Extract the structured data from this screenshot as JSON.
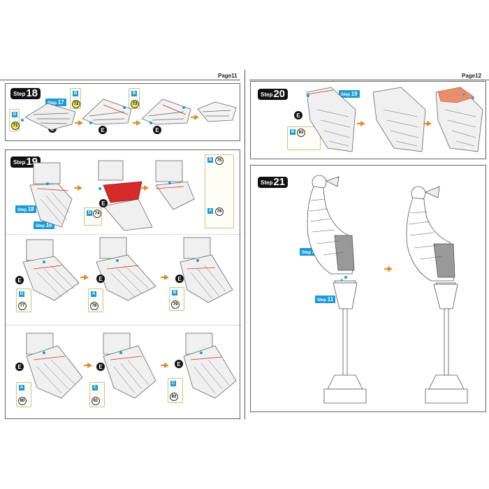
{
  "pages": {
    "left": "Page11",
    "right": "Page12"
  },
  "step_word": "Step",
  "main_steps": [
    {
      "id": "s18",
      "number": "18"
    },
    {
      "id": "s19",
      "number": "19"
    },
    {
      "id": "s20",
      "number": "20"
    },
    {
      "id": "s21",
      "number": "21"
    }
  ],
  "refs": {
    "r17": "17",
    "r18": "18",
    "r16": "16",
    "r19": "19",
    "r8": "8",
    "r11": "11"
  },
  "e_label": "E",
  "parts": {
    "p71": {
      "letter": "D",
      "num": "71"
    },
    "p72": {
      "letter": "B",
      "num": "72"
    },
    "p73": {
      "letter": "B",
      "num": "73"
    },
    "p74": {
      "letter": "D",
      "num": "74"
    },
    "p75": {
      "letter": "B",
      "num": "75"
    },
    "p76": {
      "letter": "A",
      "num": "76"
    },
    "p77": {
      "letter": "D",
      "num": "77"
    },
    "p78": {
      "letter": "A",
      "num": "78"
    },
    "p79": {
      "letter": "B",
      "num": "79"
    },
    "p80": {
      "letter": "A",
      "num": "80"
    },
    "p81": {
      "letter": "C",
      "num": "81"
    },
    "p82": {
      "letter": "C",
      "num": "82"
    },
    "p83": {
      "letter": "B",
      "num": "83"
    }
  },
  "colors": {
    "accent_blue": "#1a9ad6",
    "arrow_orange": "#e08a2a",
    "highlight_red": "#d42a2a",
    "highlight_peach": "#e98d6a",
    "part_yellow": "#f3e85a"
  }
}
